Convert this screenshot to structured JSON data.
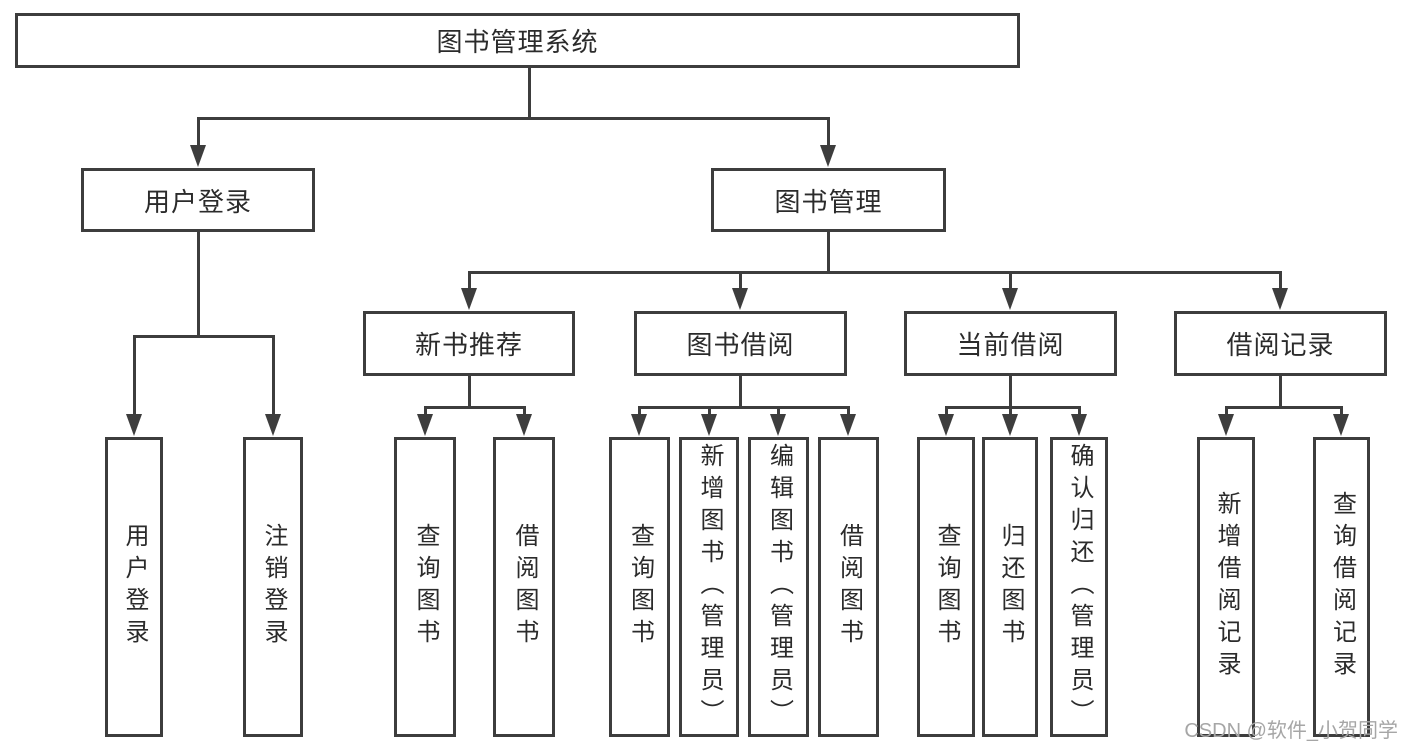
{
  "colors": {
    "line": "#3d3d3d",
    "text": "#2b2b2b",
    "background": "#ffffff",
    "watermark": "#a6a6a6"
  },
  "tree": {
    "root": {
      "label": "图书管理系统"
    },
    "level2": [
      {
        "label": "用户登录"
      },
      {
        "label": "图书管理"
      }
    ],
    "level3": [
      {
        "label": "新书推荐"
      },
      {
        "label": "图书借阅"
      },
      {
        "label": "当前借阅"
      },
      {
        "label": "借阅记录"
      }
    ],
    "leaves": {
      "user_login": [
        "用户登录",
        "注销登录"
      ],
      "new_book_recommend": [
        "查询图书",
        "借阅图书"
      ],
      "book_borrowing": [
        "查询图书",
        "新增图书（管理员）",
        "编辑图书（管理员）",
        "借阅图书"
      ],
      "current_borrowing": [
        "查询图书",
        "归还图书",
        "确认归还（管理员）"
      ],
      "borrowing_records": [
        "新增借阅记录",
        "查询借阅记录"
      ]
    }
  },
  "watermark": {
    "text": "CSDN @软件_小贺同学"
  }
}
